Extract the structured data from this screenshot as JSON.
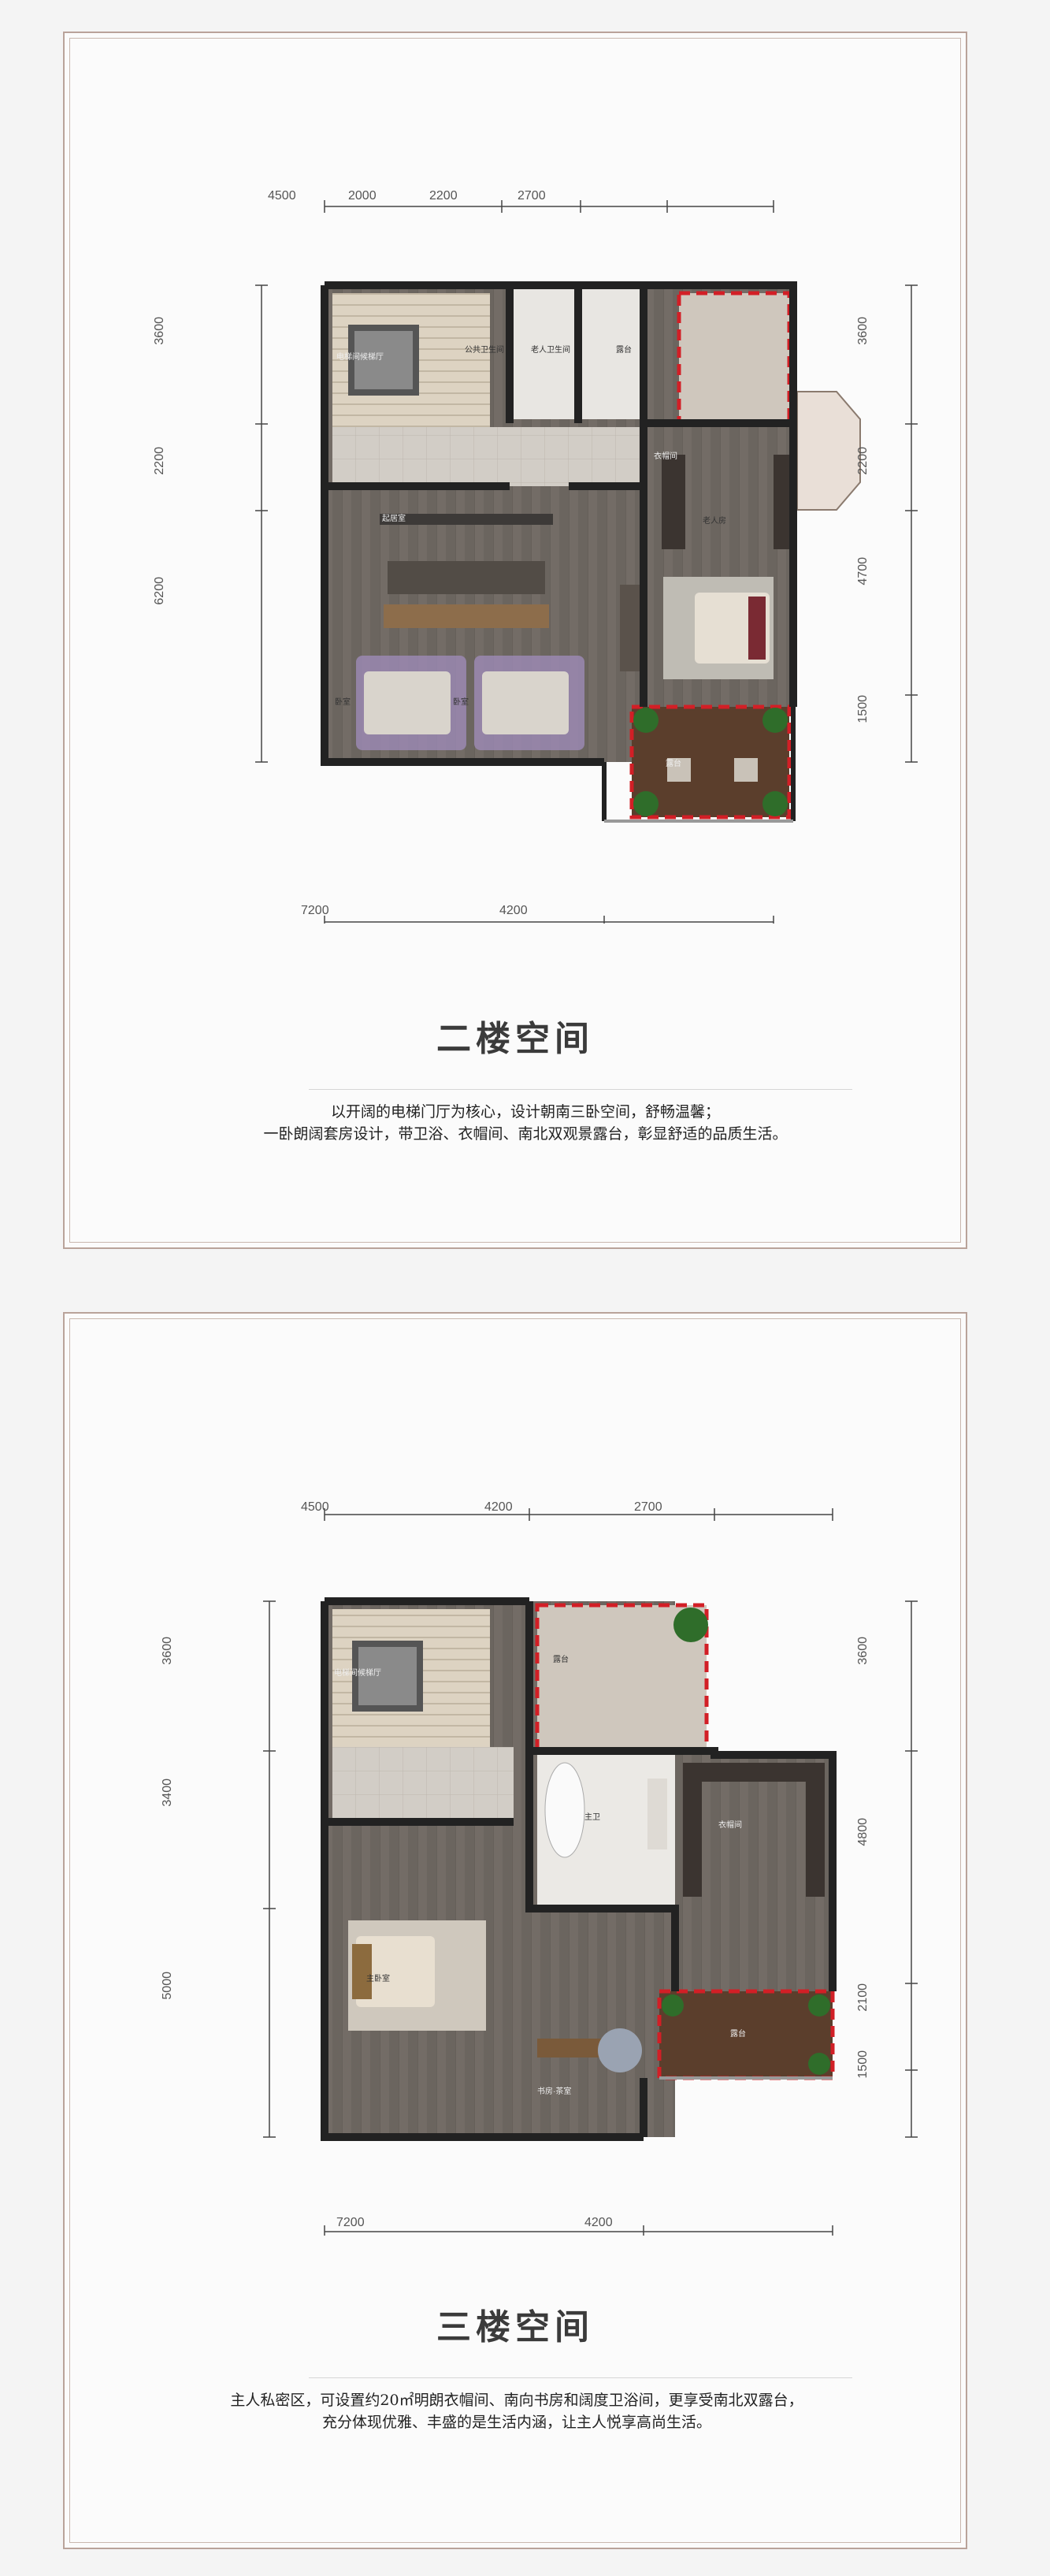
{
  "floor2": {
    "dims_top": [
      "4500",
      "2000",
      "2200",
      "2700"
    ],
    "dims_bottom": [
      "7200",
      "4200"
    ],
    "dims_left": [
      "3600",
      "2200",
      "6200"
    ],
    "dims_right": [
      "3600",
      "2200",
      "4700",
      "1500"
    ],
    "rooms": {
      "elevator": "电梯间候梯厅",
      "public_bath": "公共卫生间",
      "elder_bath": "老人卫生间",
      "terrace_n": "露台",
      "walkin": "衣帽间",
      "elder_bed": "老人房",
      "hall": "起居室",
      "bed_a": "卧室",
      "bed_b": "卧室",
      "terrace_s": "露台"
    },
    "title": "二楼空间",
    "desc_line1": "以开阔的电梯门厅为核心，设计朝南三卧空间，舒畅温馨；",
    "desc_line2": "一卧朗阔套房设计，带卫浴、衣帽间、南北双观景露台，彰显舒适的品质生活。"
  },
  "floor3": {
    "dims_top": [
      "4500",
      "4200",
      "2700"
    ],
    "dims_bottom": [
      "7200",
      "4200"
    ],
    "dims_left": [
      "3600",
      "3400",
      "5000"
    ],
    "dims_right": [
      "3600",
      "4800",
      "2100",
      "1500"
    ],
    "rooms": {
      "elevator": "电梯间候梯厅",
      "terrace_n": "露台",
      "bath": "主卫",
      "walkin": "衣帽间",
      "master": "主卧室",
      "study": "书房·茶室",
      "terrace_s": "露台"
    },
    "title": "三楼空间",
    "desc_line1": "主人私密区，可设置约20㎡明朗衣帽间、南向书房和阔度卫浴间，更享受南北双露台，",
    "desc_line2": "充分体现优雅、丰盛的是生活内涵，让主人悦享高尚生活。"
  },
  "colors": {
    "frame": "#b9a39a",
    "wall": "#2b2b2b",
    "floor_wood": "#6d6660",
    "terrace_outline": "#d21f26"
  }
}
